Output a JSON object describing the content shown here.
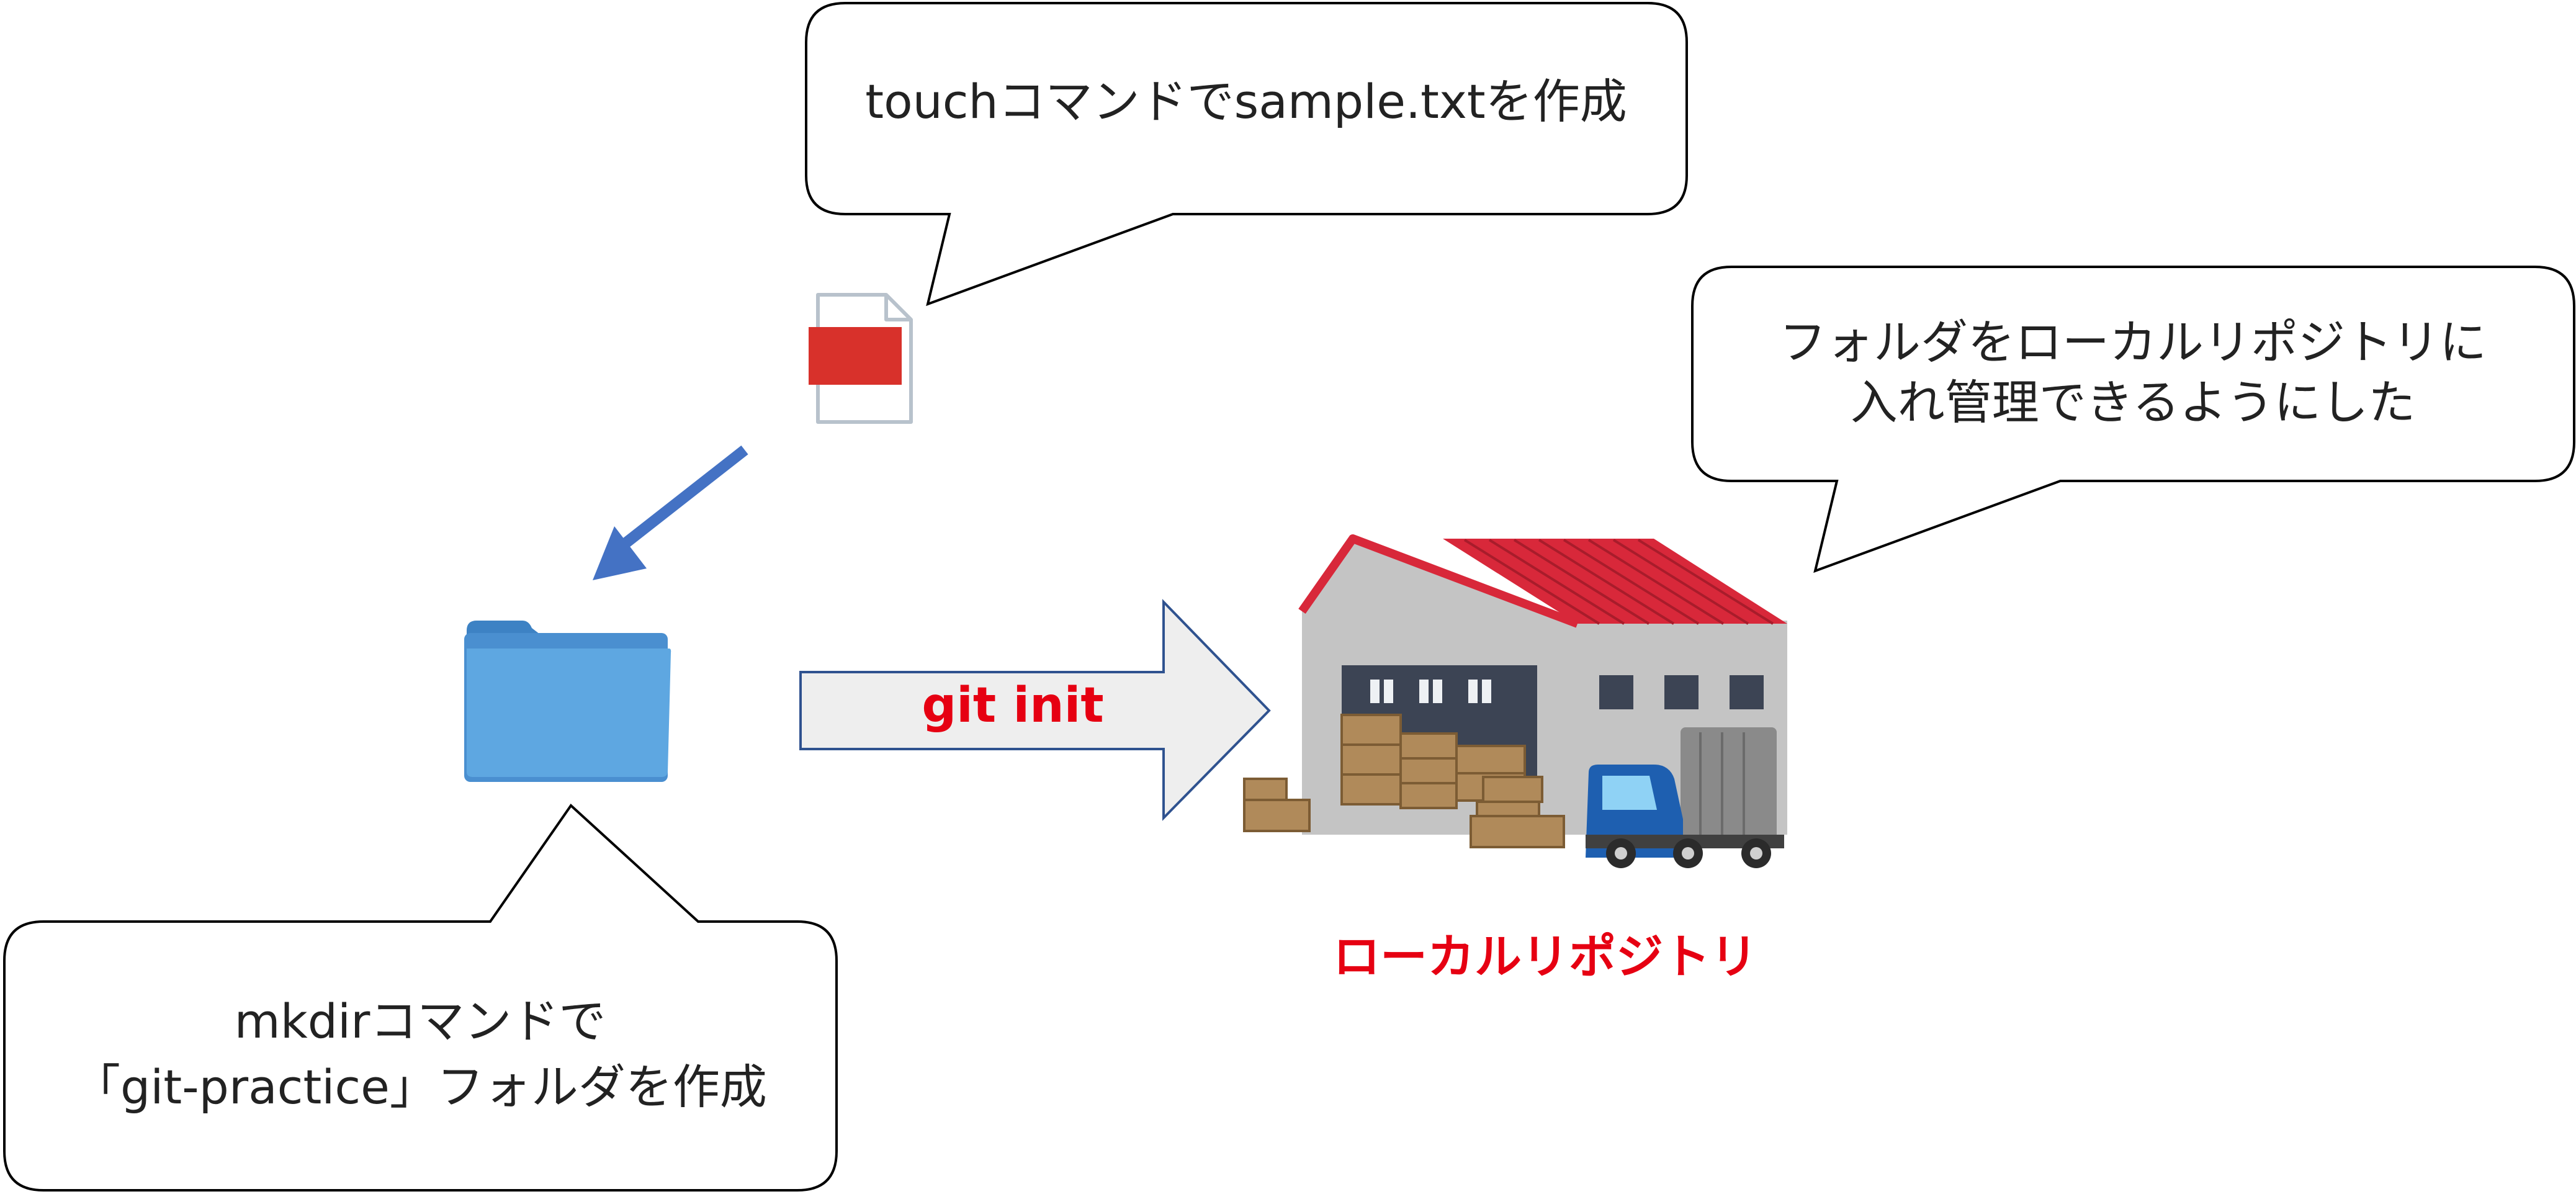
{
  "callouts": {
    "touch": "touchコマンドでsample.txtを作成",
    "repo_line1": "フォルダをローカルリポジトリに",
    "repo_line2": "入れ管理できるようにした",
    "mkdir_line1": "mkdirコマンドで",
    "mkdir_line2": "「git-practice」フォルダを作成"
  },
  "arrow_label": "git init",
  "warehouse_label": "ローカルリポジトリ",
  "icons": {
    "file": "text-file-icon",
    "folder": "folder-icon",
    "warehouse": "warehouse-icon",
    "truck": "truck-icon"
  },
  "colors": {
    "accent_red": "#e60012",
    "arrow_blue": "#4472c4",
    "folder_blue": "#5ea7e1",
    "roof_red": "#d8283a"
  }
}
